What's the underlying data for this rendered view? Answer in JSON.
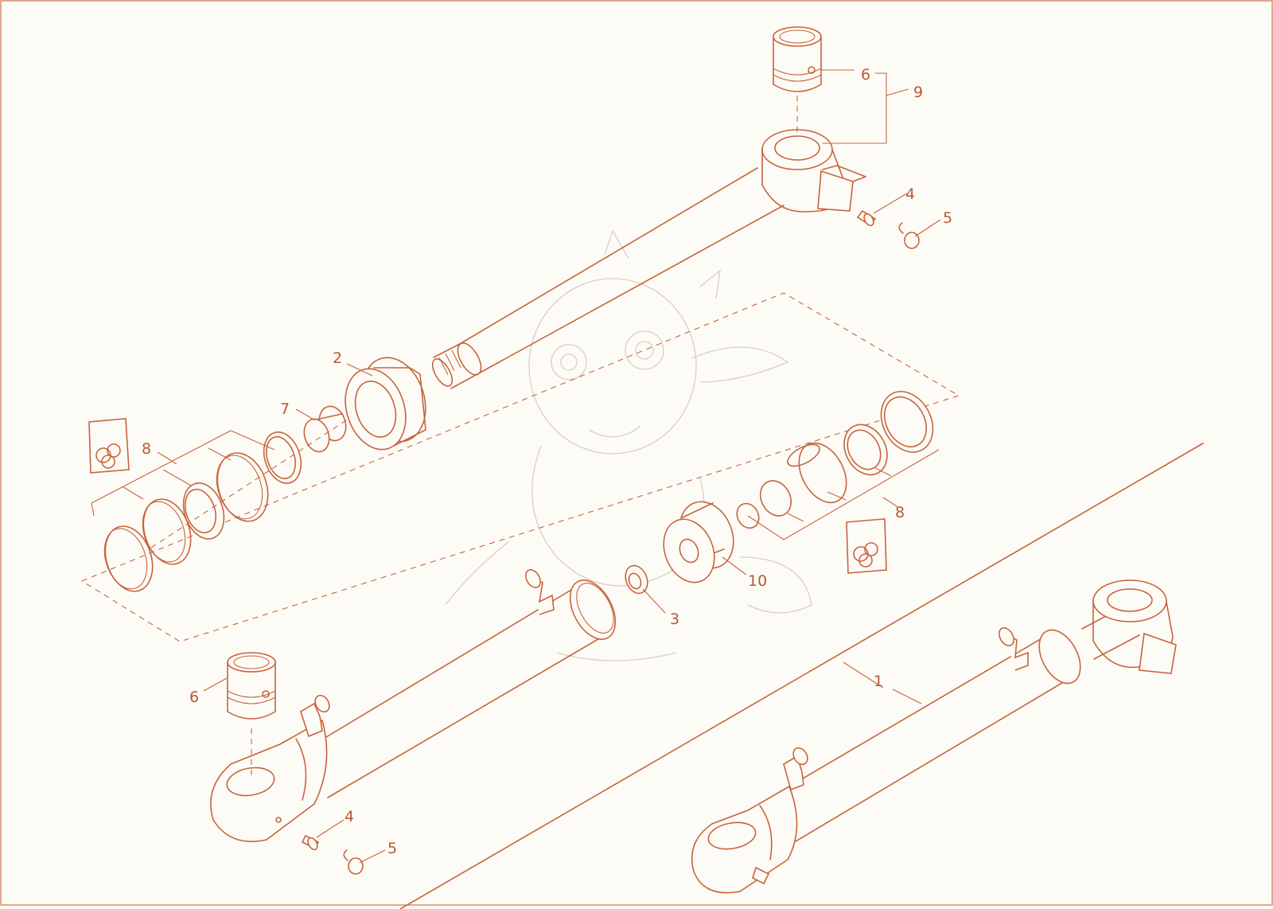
{
  "diagram": {
    "type": "exploded-parts-diagram",
    "line_color": "#c8643c",
    "background_color": "#fdfbf6",
    "callouts": [
      {
        "id": "c6a",
        "label": "6"
      },
      {
        "id": "c9",
        "label": "9"
      },
      {
        "id": "c4a",
        "label": "4"
      },
      {
        "id": "c5a",
        "label": "5"
      },
      {
        "id": "c2",
        "label": "2"
      },
      {
        "id": "c7",
        "label": "7"
      },
      {
        "id": "c8a",
        "label": "8"
      },
      {
        "id": "c8b",
        "label": "8"
      },
      {
        "id": "c10",
        "label": "10"
      },
      {
        "id": "c3",
        "label": "3"
      },
      {
        "id": "c6b",
        "label": "6"
      },
      {
        "id": "c1",
        "label": "1"
      },
      {
        "id": "c4b",
        "label": "4"
      },
      {
        "id": "c5b",
        "label": "5"
      }
    ]
  }
}
